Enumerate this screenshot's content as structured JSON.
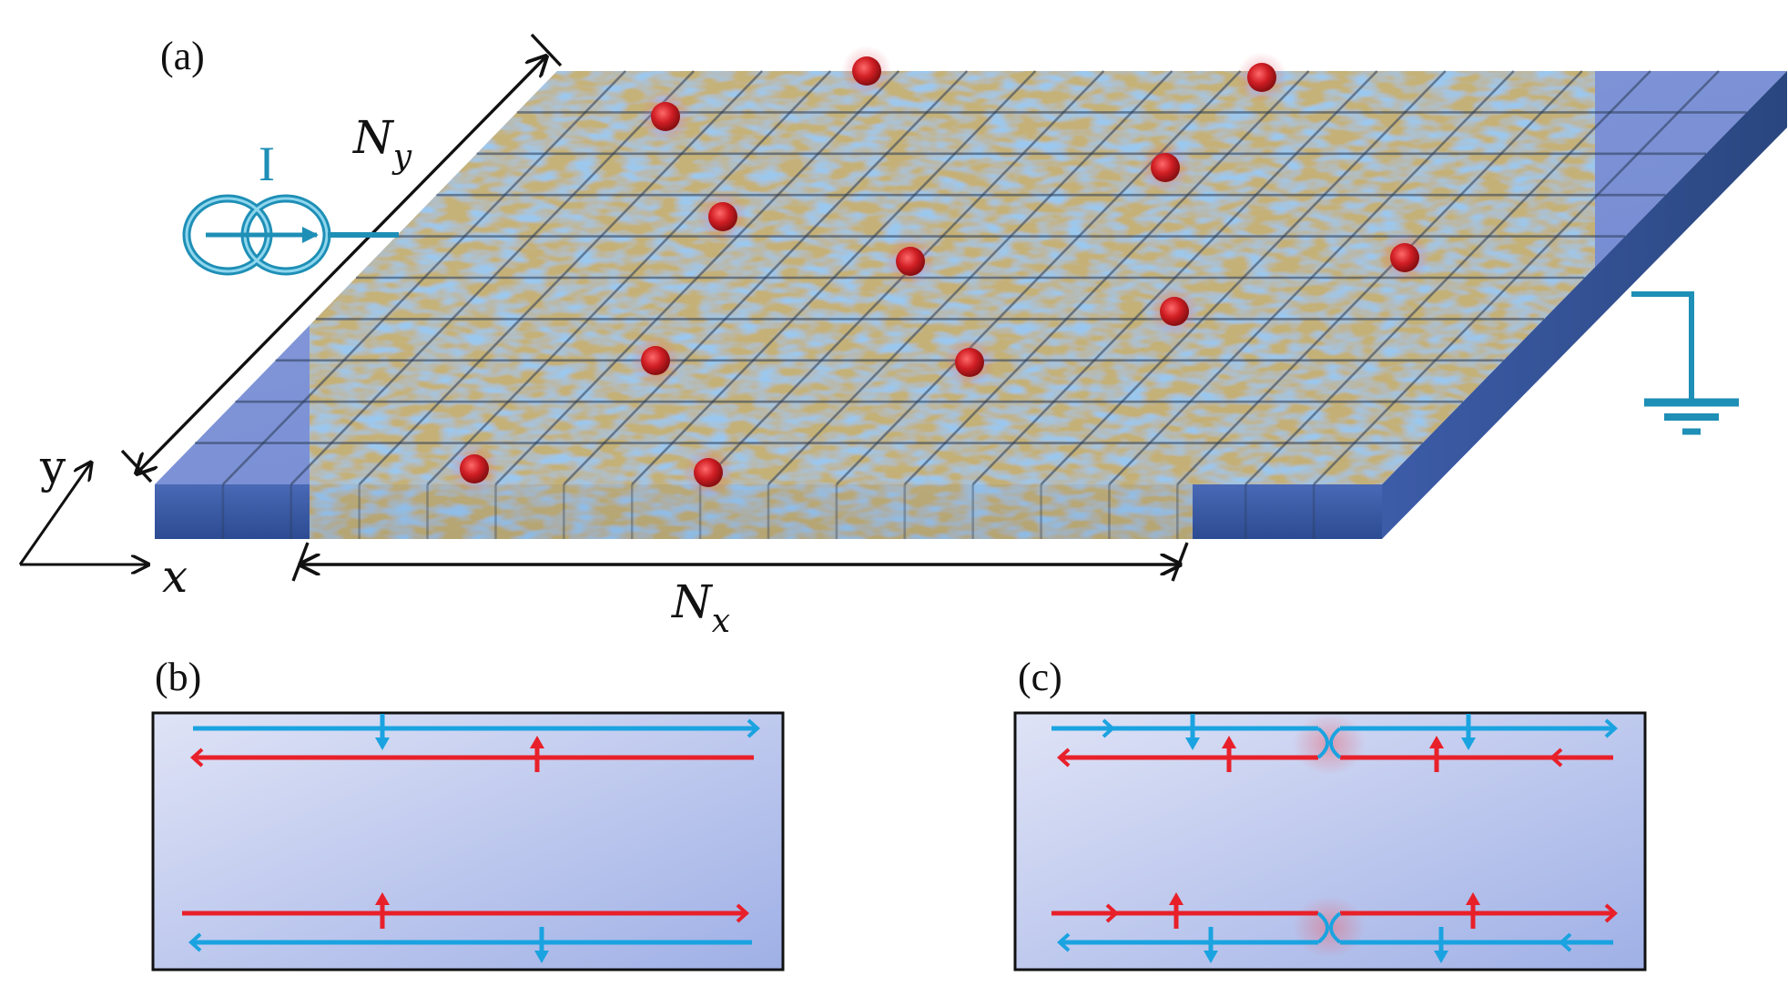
{
  "panels": {
    "a": {
      "label": "(a)"
    },
    "b": {
      "label": "(b)"
    },
    "c": {
      "label": "(c)"
    }
  },
  "axes": {
    "x": "x",
    "y": "y"
  },
  "dimensions": {
    "nx": {
      "main": "N",
      "sub": "x"
    },
    "ny": {
      "main": "N",
      "sub": "y"
    }
  },
  "source": {
    "label": "I"
  },
  "colors": {
    "slab_top": "#7f93d6",
    "slab_front": "#3a5aa8",
    "slab_side": "#2f4e96",
    "disorder_a": "#5aa6e0",
    "disorder_b": "#d8b56a",
    "impurity": "#d2232a",
    "spin_up_channel": "#e8202a",
    "spin_down_channel": "#1aa3e0",
    "ground": "#1e8fb6",
    "edge_box_fill": "#c5cdf0"
  },
  "icons": [
    "current-source-icon",
    "ground-icon",
    "impurity-icon",
    "spin-up-arrow-icon",
    "spin-down-arrow-icon"
  ]
}
